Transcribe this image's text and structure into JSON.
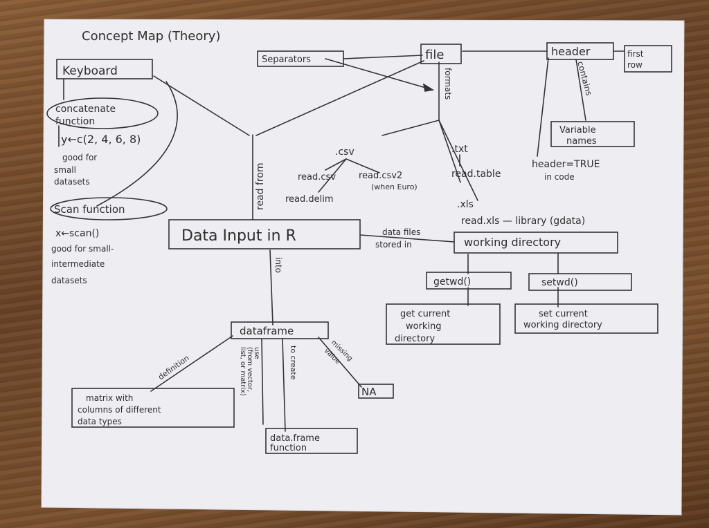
{
  "title": "Concept Map (Theory)",
  "nodes": {
    "keyboard": "Keyboard",
    "concatenate": [
      "concatenate",
      "function"
    ],
    "concat_code": "y←c(2, 4, 6, 8)",
    "small_note": [
      "good for",
      "small",
      "datasets"
    ],
    "scan": "Scan function",
    "scan_code": "x←scan()",
    "scan_note": [
      "good for small-",
      "intermediate",
      "datasets"
    ],
    "separators": "Separators",
    "file": "file",
    "header": "header",
    "first_row": [
      "first",
      "row"
    ],
    "variable_names": [
      "Variable",
      "names"
    ],
    "header_true": [
      "header=TRUE",
      "in code"
    ],
    "csv": ".csv",
    "read_csv": "read.csv",
    "read_csv2": "read.csv2",
    "when_euro": "(when Euro)",
    "read_delim": "read.delim",
    "txt": ".txt",
    "read_table": "read.table",
    "xls": ".xls",
    "read_xls": "read.xls — library (gdata)",
    "data_input": "Data Input in R",
    "working_dir": "working directory",
    "getwd": "getwd()",
    "setwd": "setwd()",
    "get_current": [
      "get current",
      "working",
      "directory"
    ],
    "set_current": [
      "set current",
      "working directory"
    ],
    "dataframe": "dataframe",
    "matrix": [
      "matrix with",
      "columns of different",
      "data types"
    ],
    "na": "NA",
    "data_frame_fn": [
      "data.frame",
      "function"
    ],
    "use_from": [
      "use",
      "(from vector,",
      "list, or matrix)"
    ]
  },
  "links": {
    "read_from": "read from",
    "formats": "formats",
    "contains": "contains",
    "data_files": "data files",
    "stored_in": "stored in",
    "into": "into",
    "definition": "definition",
    "to_create": "to create",
    "missing_value": [
      "missing",
      "value"
    ]
  }
}
